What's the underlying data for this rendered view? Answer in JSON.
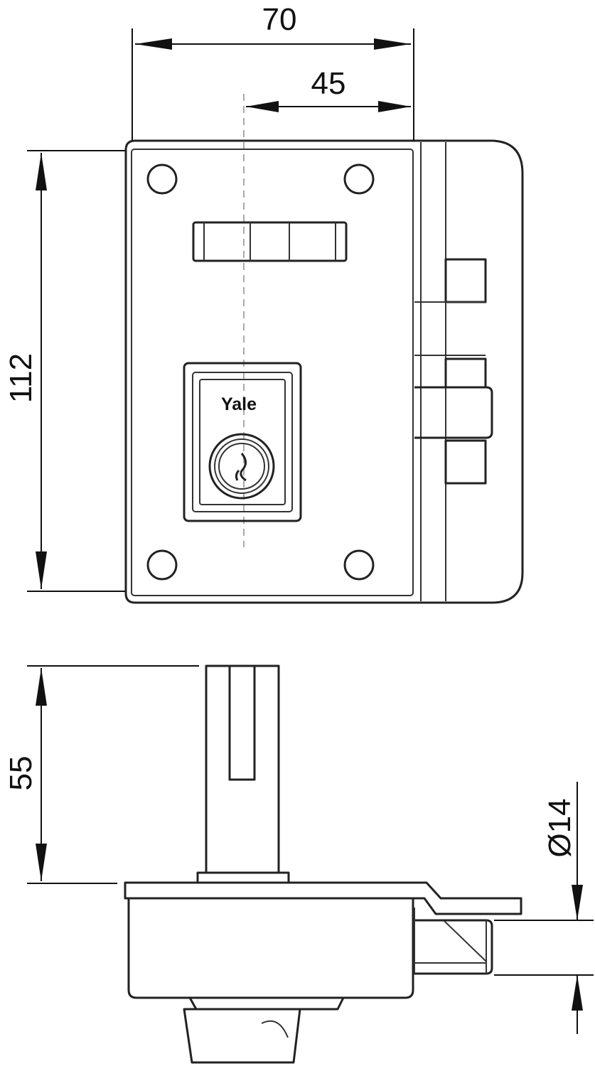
{
  "dimensions": {
    "width": "70",
    "offset": "45",
    "height": "112",
    "depth": "55",
    "diameter": "Ø14"
  },
  "brand": {
    "name": "Yale"
  },
  "colors": {
    "line": "#222222",
    "background": "#ffffff",
    "centerline": "#aaaaaa"
  }
}
